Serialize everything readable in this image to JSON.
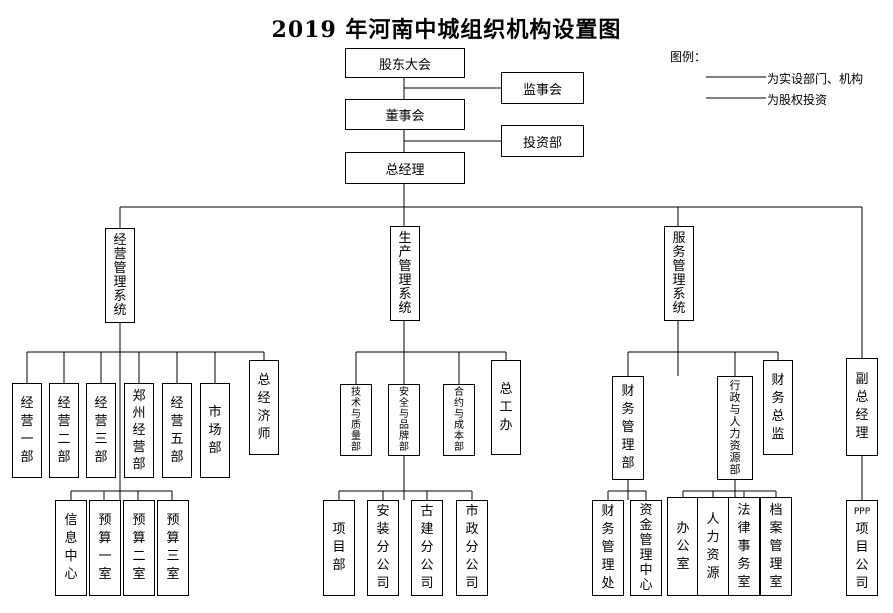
{
  "title": "2019 年河南中城组织机构设置图",
  "legend": {
    "title": "图例：",
    "items": [
      {
        "label": "为实设部门、机构"
      },
      {
        "label": "为股权投资"
      }
    ]
  },
  "nodes": {
    "shareholders": "股东大会",
    "supervisory": "监事会",
    "board": "董事会",
    "investment": "投资部",
    "gm": "总经理",
    "sys_business": "经营管理系统",
    "sys_production": "生产管理系统",
    "sys_service": "服务管理系统",
    "vice_gm": "副总经理",
    "biz1": "经营一部",
    "biz2": "经营二部",
    "biz3": "经营三部",
    "zhengzhou": "郑州经营部",
    "biz5": "经营五部",
    "market": "市场部",
    "chief_economist": "总经济师",
    "info_center": "信息中心",
    "budget1": "预算一室",
    "budget2": "预算二室",
    "budget3": "预算三室",
    "tech_quality": "技术与质量部",
    "safety_brand": "安全与品牌部",
    "contract_cost": "合约与成本部",
    "chief_engineer": "总工办",
    "project_dept": "项目部",
    "install_branch": "安装分公司",
    "ancient_branch": "古建分公司",
    "municipal_branch": "市政分公司",
    "finance_dept": "财务管理部",
    "admin_hr": "行政与人力资源部",
    "finance_director": "财务总监",
    "finance_office": "财务管理处",
    "fund_center": "资金管理中心",
    "office": "办公室",
    "hr": "人力资源",
    "legal": "法律事务室",
    "archives": "档案管理室",
    "ppp_branch": "PPP项目公司"
  }
}
